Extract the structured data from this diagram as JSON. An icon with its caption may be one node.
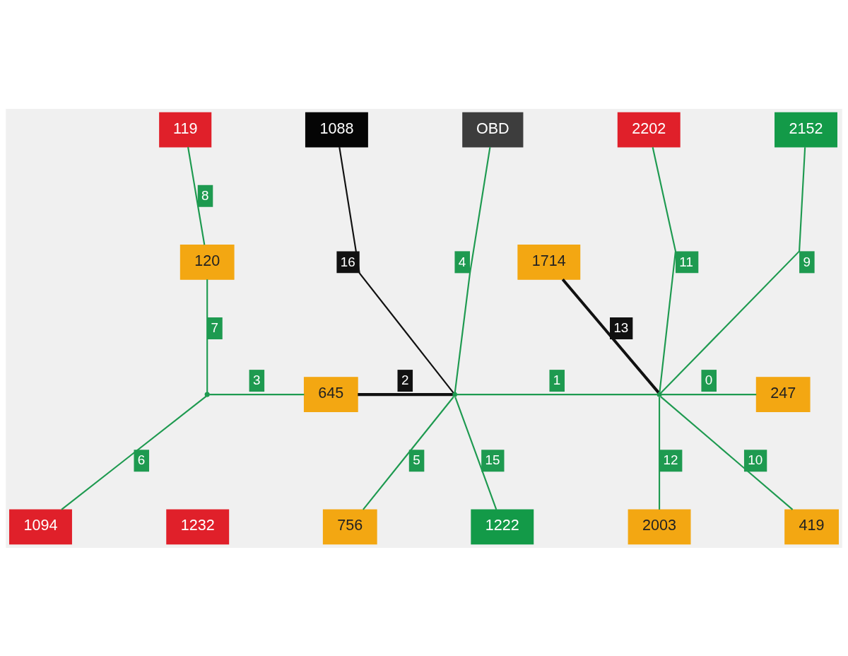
{
  "diagram": {
    "nodes": [
      {
        "text": [
          "119"
        ]
      },
      {
        "text": [
          "1088"
        ]
      },
      {
        "text": [
          "OBD"
        ]
      },
      {
        "text": [
          "2202"
        ]
      },
      {
        "text": [
          "2152"
        ]
      },
      {
        "text": [
          "120"
        ]
      },
      {
        "text": [
          "1714"
        ]
      },
      {
        "text": [],
        "shape": "point"
      },
      {
        "text": [
          "645"
        ]
      },
      {
        "text": [],
        "shape": "point"
      },
      {
        "text": [],
        "shape": "point"
      },
      {
        "text": [
          "247"
        ]
      },
      {
        "text": [
          "1094"
        ]
      },
      {
        "text": [
          "1232"
        ]
      },
      {
        "text": [
          "756"
        ]
      },
      {
        "text": [
          "1222"
        ]
      },
      {
        "text": [
          "2003"
        ]
      },
      {
        "text": [
          "419"
        ]
      }
    ],
    "edges": [
      {
        "from": 0,
        "to": 5,
        "arrow": "none",
        "label": "8"
      },
      {
        "from": 5,
        "to": 7,
        "arrow": "none",
        "label": "7"
      },
      {
        "from": 7,
        "to": 12,
        "arrow": "none",
        "label": "6"
      },
      {
        "from": 7,
        "to": 8,
        "arrow": "none",
        "label": "3"
      },
      {
        "from": 8,
        "to": 9,
        "arrow": "none",
        "label": "2",
        "style": "thick",
        "color": "#111111"
      },
      {
        "from": 1,
        "to": 9,
        "arrow": "none",
        "label": "16",
        "color": "#111111"
      },
      {
        "from": 2,
        "to": 9,
        "arrow": "none",
        "label": "4"
      },
      {
        "from": 9,
        "to": 14,
        "arrow": "none",
        "label": "5"
      },
      {
        "from": 9,
        "to": 15,
        "arrow": "none",
        "label": "15"
      },
      {
        "from": 9,
        "to": 10,
        "arrow": "none",
        "label": "1"
      },
      {
        "from": 6,
        "to": 10,
        "arrow": "none",
        "label": "13",
        "style": "thick",
        "color": "#111111"
      },
      {
        "from": 3,
        "to": 10,
        "arrow": "none",
        "label": "11"
      },
      {
        "from": 4,
        "to": 10,
        "arrow": "none",
        "label": "9"
      },
      {
        "from": 10,
        "to": 11,
        "arrow": "none",
        "label": "0"
      },
      {
        "from": 10,
        "to": 16,
        "arrow": "none",
        "label": "12"
      },
      {
        "from": 10,
        "to": 17,
        "arrow": "none",
        "label": "10"
      }
    ]
  }
}
